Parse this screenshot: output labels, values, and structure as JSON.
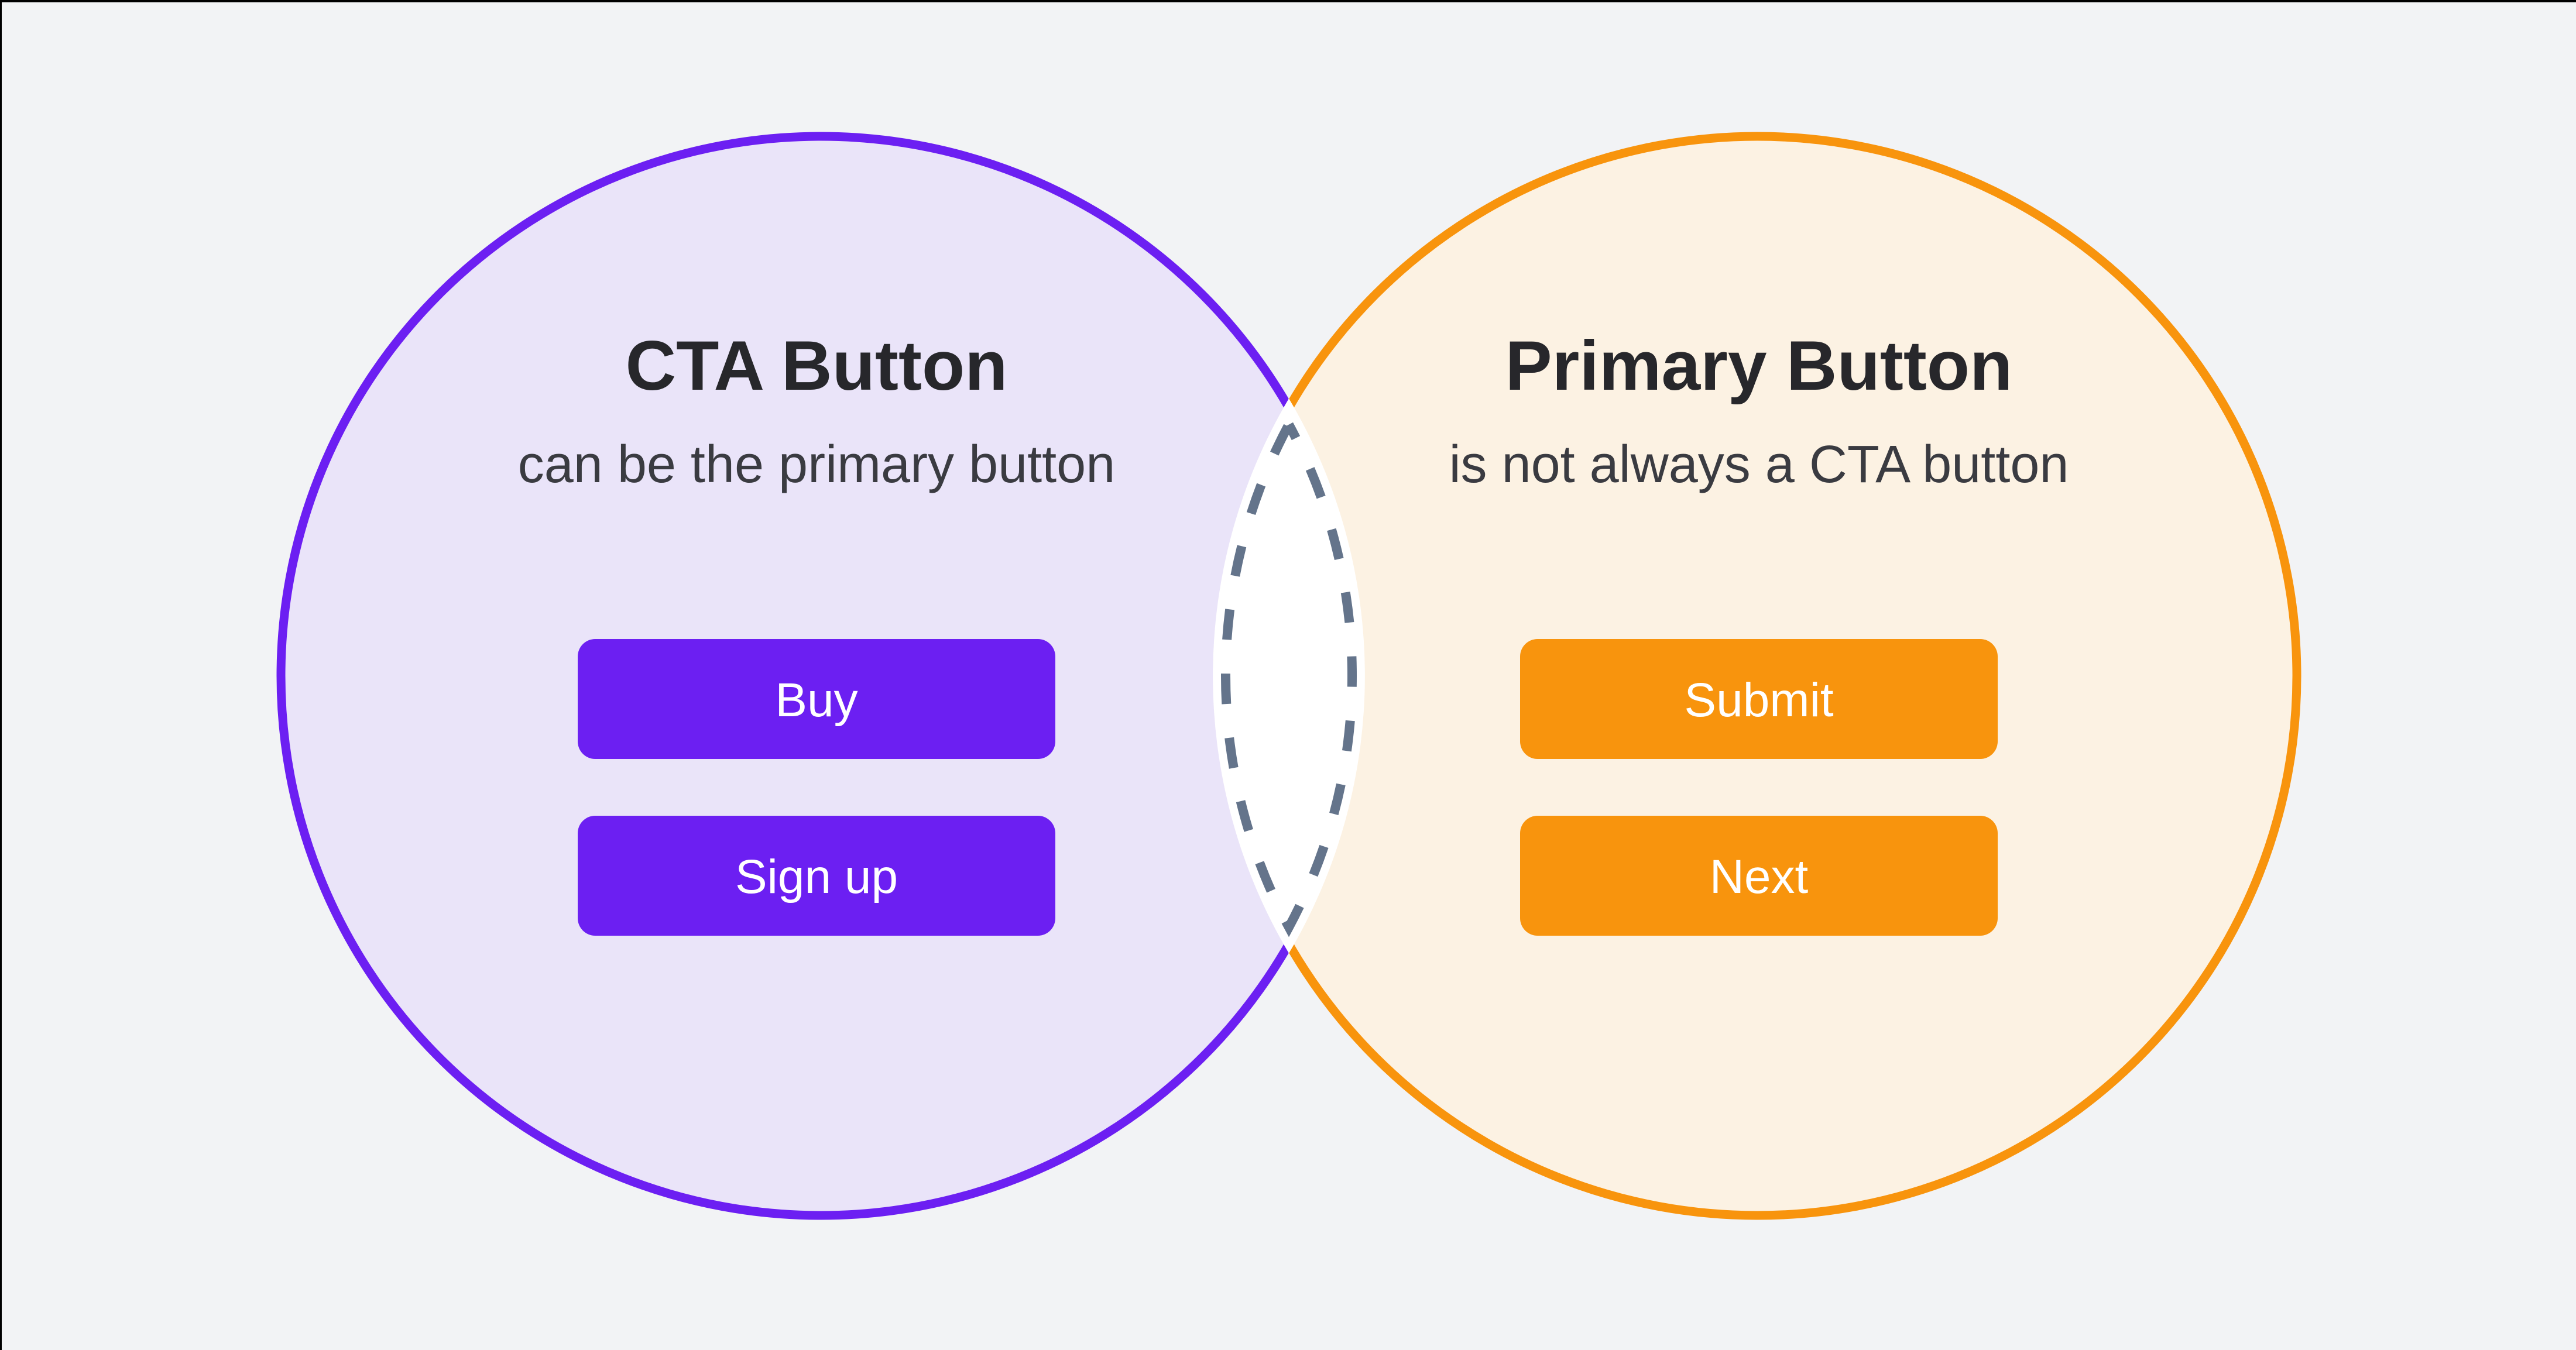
{
  "frame": {
    "background": "#F2F3F5",
    "border_color": "#000000"
  },
  "venn": {
    "left_circle": {
      "title": "CTA Button",
      "subtitle": "can be the primary button",
      "fill": "#EAE4F9",
      "stroke": "#6C1FF2",
      "button_fill": "#6C1FF2",
      "button_text_color": "#FFFFFF",
      "buttons": [
        {
          "label": "Buy"
        },
        {
          "label": "Sign up"
        }
      ]
    },
    "right_circle": {
      "title": "Primary Button",
      "subtitle": "is not always a CTA button",
      "fill": "#FCF2E3",
      "stroke": "#F8940D",
      "button_fill": "#F8940D",
      "button_text_color": "#FFFFFF",
      "buttons": [
        {
          "label": "Submit"
        },
        {
          "label": "Next"
        }
      ]
    },
    "intersection": {
      "fill": "#FFFFFF",
      "dash_color": "#64748B"
    },
    "text_color": {
      "title": "#27272B",
      "subtitle": "#3A3B41"
    }
  }
}
